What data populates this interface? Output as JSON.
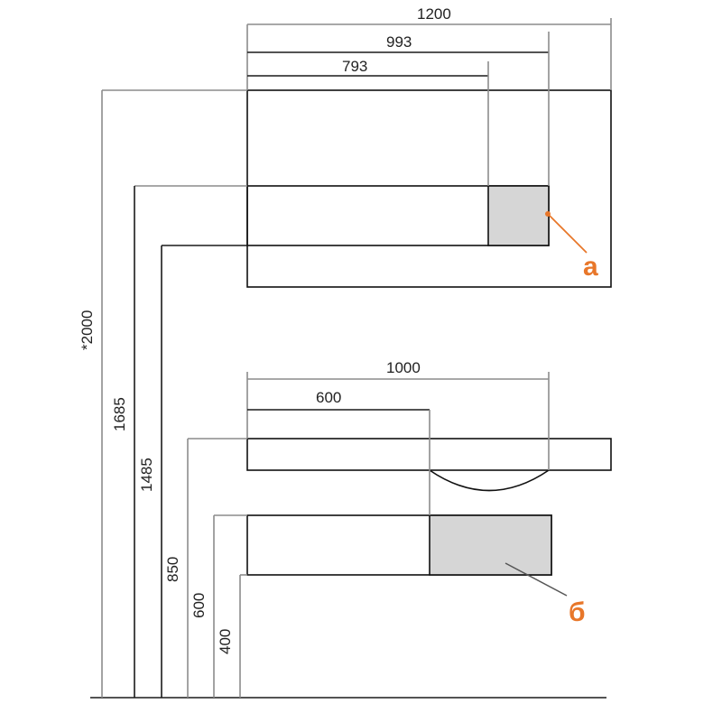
{
  "colors": {
    "accent": "#e8772a",
    "shade": "#d6d6d6",
    "line": "#111111",
    "dim_line": "#8c8c8c"
  },
  "top_dims": {
    "width_1200": "1200",
    "width_993": "993",
    "width_793": "793"
  },
  "bottom_dims": {
    "width_1000": "1000",
    "width_600": "600"
  },
  "height_dims": {
    "h_2000": "*2000",
    "h_1685": "1685",
    "h_1485": "1485",
    "h_850": "850",
    "h_600": "600",
    "h_400": "400"
  },
  "callouts": {
    "a": "а",
    "b": "б"
  }
}
